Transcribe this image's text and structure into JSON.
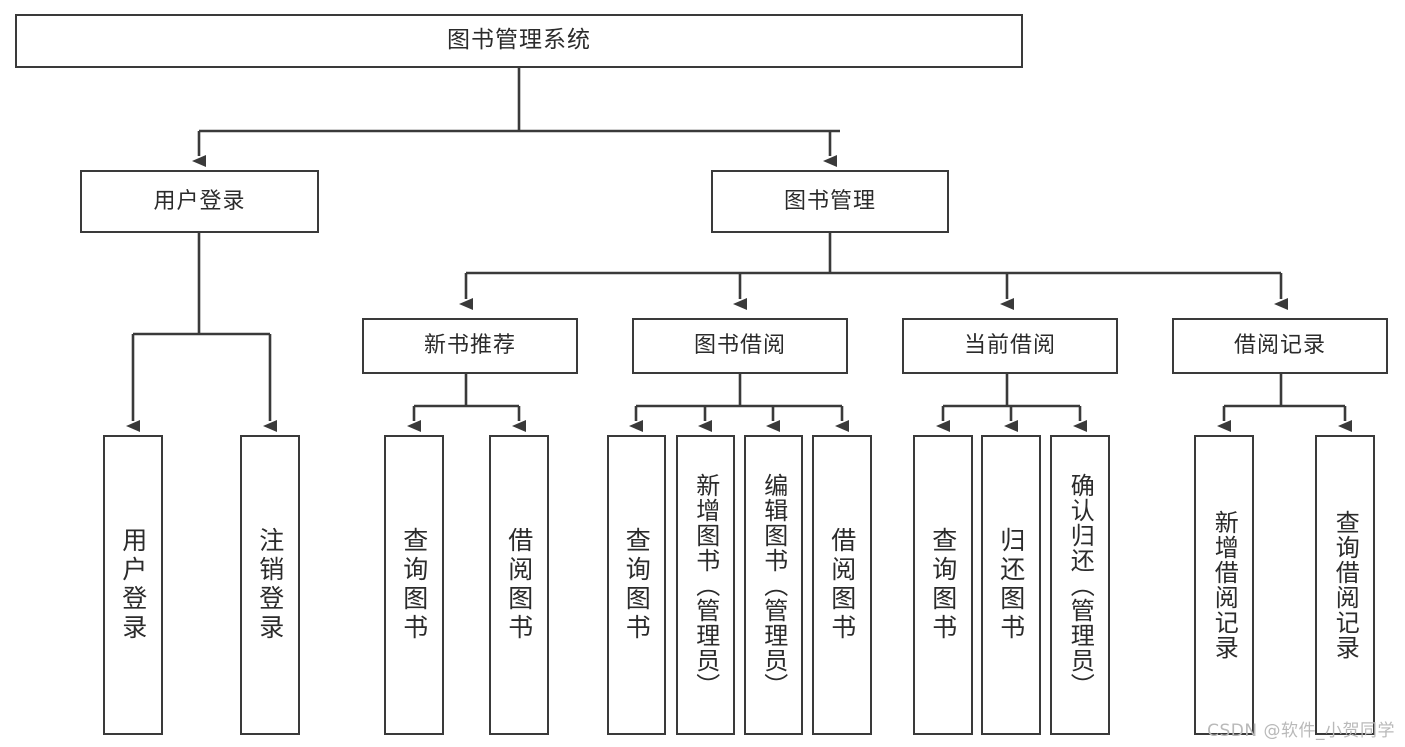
{
  "diagram": {
    "type": "tree-hierarchy",
    "title": "图书管理系统",
    "watermark": "CSDN @软件_小贺同学",
    "colors": {
      "background": "#ffffff",
      "box_border": "#3a3a3a",
      "box_fill": "#ffffff",
      "connector": "#3a3a3a",
      "text": "#2b2b2b",
      "watermark": "#b9b9b9"
    },
    "levels": [
      {
        "level": 0,
        "nodes": [
          {
            "id": "root",
            "label": "图书管理系统"
          }
        ]
      },
      {
        "level": 1,
        "nodes": [
          {
            "id": "login",
            "label": "用户登录",
            "parent": "root"
          },
          {
            "id": "bookmgmt",
            "label": "图书管理",
            "parent": "root"
          }
        ]
      },
      {
        "level": 2,
        "nodes": [
          {
            "id": "newbook",
            "label": "新书推荐",
            "parent": "bookmgmt"
          },
          {
            "id": "borrow",
            "label": "图书借阅",
            "parent": "bookmgmt"
          },
          {
            "id": "current",
            "label": "当前借阅",
            "parent": "bookmgmt"
          },
          {
            "id": "record",
            "label": "借阅记录",
            "parent": "bookmgmt"
          }
        ]
      },
      {
        "level": 3,
        "nodes": [
          {
            "id": "leaf1",
            "label": "用户登录",
            "parent": "login"
          },
          {
            "id": "leaf2",
            "label": "注销登录",
            "parent": "login"
          },
          {
            "id": "leaf3",
            "label": "查询图书",
            "parent": "newbook"
          },
          {
            "id": "leaf4",
            "label": "借阅图书",
            "parent": "newbook"
          },
          {
            "id": "leaf5",
            "label": "查询图书",
            "parent": "borrow"
          },
          {
            "id": "leaf6",
            "label": "新增图书（管理员）",
            "parent": "borrow"
          },
          {
            "id": "leaf7",
            "label": "编辑图书（管理员）",
            "parent": "borrow"
          },
          {
            "id": "leaf8",
            "label": "借阅图书",
            "parent": "borrow"
          },
          {
            "id": "leaf9",
            "label": "查询图书",
            "parent": "current"
          },
          {
            "id": "leaf10",
            "label": "归还图书",
            "parent": "current"
          },
          {
            "id": "leaf11",
            "label": "确认归还（管理员）",
            "parent": "current"
          },
          {
            "id": "leaf12",
            "label": "新增借阅记录",
            "parent": "record"
          },
          {
            "id": "leaf13",
            "label": "查询借阅记录",
            "parent": "record"
          }
        ]
      }
    ]
  }
}
